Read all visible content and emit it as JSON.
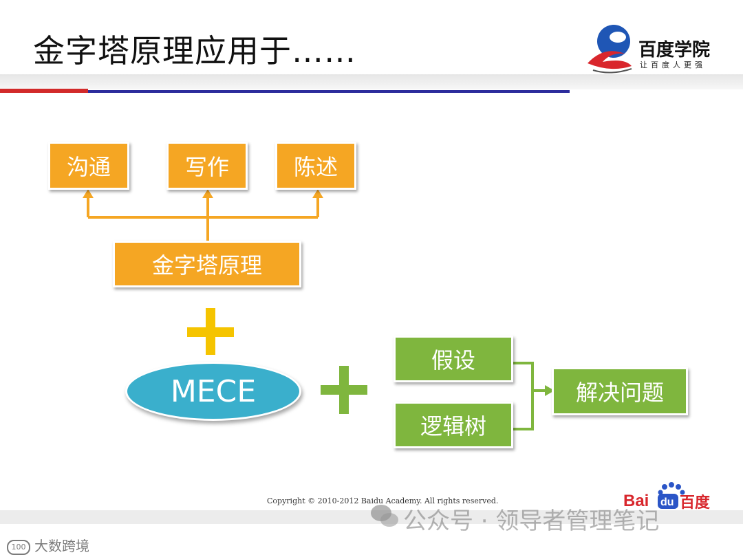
{
  "header": {
    "title": "金字塔原理应用于……",
    "logo_name": "百度学院",
    "logo_slogan": "让百度人更强"
  },
  "diagram": {
    "top_boxes": [
      "沟通",
      "写作",
      "陈述"
    ],
    "center_box": "金字塔原理",
    "mece": "MECE",
    "left_boxes": [
      "假设",
      "逻辑树"
    ],
    "result_box": "解决问题"
  },
  "footer": {
    "copyright": "Copyright © 2010-2012 Baidu Academy. All rights reserved.",
    "baidu_logo": "Bai百度",
    "watermark": "公众号 · 领导者管理笔记",
    "corner_text": "大数跨境",
    "corner_logo": "100"
  },
  "colors": {
    "orange": "#f5a623",
    "green": "#7fb63e",
    "blue": "#3aafcc",
    "red": "#d22a2a",
    "navy": "#2c2c9c"
  },
  "icons": [
    "plus-icon",
    "arrow-up-icon",
    "arrow-right-icon",
    "wechat-icon",
    "baidu-paw-icon"
  ]
}
